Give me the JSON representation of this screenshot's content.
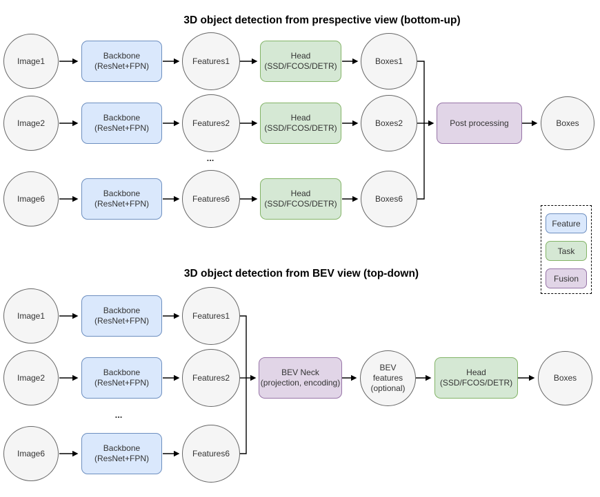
{
  "colors": {
    "feature_fill": "#dae8fc",
    "feature_stroke": "#6c8ebf",
    "task_fill": "#d5e8d4",
    "task_stroke": "#82b366",
    "fusion_fill": "#e1d5e7",
    "fusion_stroke": "#9673a6",
    "node_fill": "#f5f5f5",
    "node_stroke": "#666666",
    "arrow": "#000000"
  },
  "top_diagram": {
    "title": "3D object detection from prespective view (bottom-up)",
    "rows": [
      {
        "image": "Image1",
        "backbone": "Backbone\n(ResNet+FPN)",
        "features": "Features1",
        "head": "Head\n(SSD/FCOS/DETR)",
        "boxes": "Boxes1"
      },
      {
        "image": "Image2",
        "backbone": "Backbone\n(ResNet+FPN)",
        "features": "Features2",
        "head": "Head\n(SSD/FCOS/DETR)",
        "boxes": "Boxes2"
      },
      {
        "image": "Image6",
        "backbone": "Backbone\n(ResNet+FPN)",
        "features": "Features6",
        "head": "Head\n(SSD/FCOS/DETR)",
        "boxes": "Boxes6"
      }
    ],
    "ellipsis": "...",
    "post_processing": "Post processing",
    "output": "Boxes"
  },
  "bottom_diagram": {
    "title": "3D object detection from BEV view (top-down)",
    "rows": [
      {
        "image": "Image1",
        "backbone": "Backbone\n(ResNet+FPN)",
        "features": "Features1"
      },
      {
        "image": "Image2",
        "backbone": "Backbone\n(ResNet+FPN)",
        "features": "Features2"
      },
      {
        "image": "Image6",
        "backbone": "Backbone\n(ResNet+FPN)",
        "features": "Features6"
      }
    ],
    "ellipsis": "...",
    "bev_neck": "BEV Neck\n(projection, encoding)",
    "bev_features": "BEV\nfeatures\n(optional)",
    "head": "Head\n(SSD/FCOS/DETR)",
    "output": "Boxes"
  },
  "legend": {
    "items": [
      {
        "label": "Feature"
      },
      {
        "label": "Task"
      },
      {
        "label": "Fusion"
      }
    ]
  }
}
